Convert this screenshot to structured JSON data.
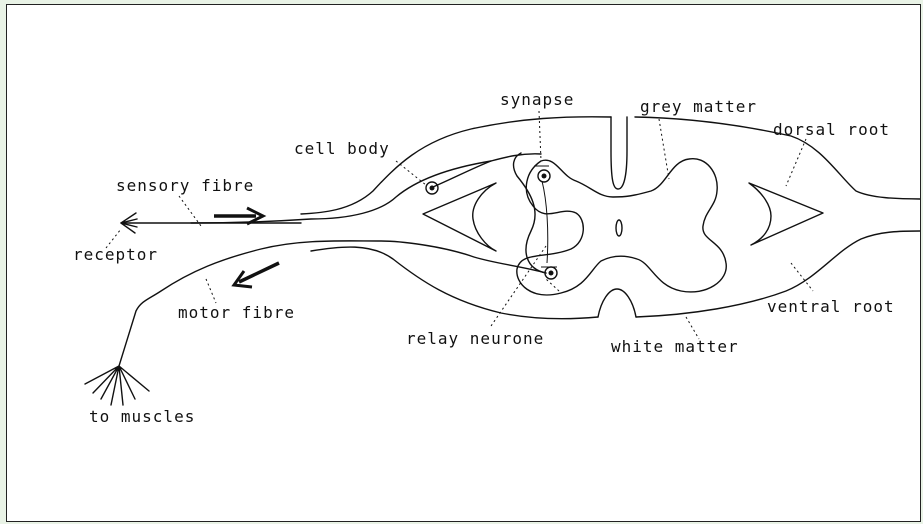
{
  "labels": {
    "synapse": "synapse",
    "grey_matter": "grey matter",
    "dorsal_root": "dorsal root",
    "cell_body": "cell body",
    "sensory_fibre": "sensory fibre",
    "receptor": "receptor",
    "motor_fibre": "motor fibre",
    "ventral_root": "ventral root",
    "relay_neurone": "relay neurone",
    "white_matter": "white matter",
    "to_muscles": "to muscles"
  }
}
